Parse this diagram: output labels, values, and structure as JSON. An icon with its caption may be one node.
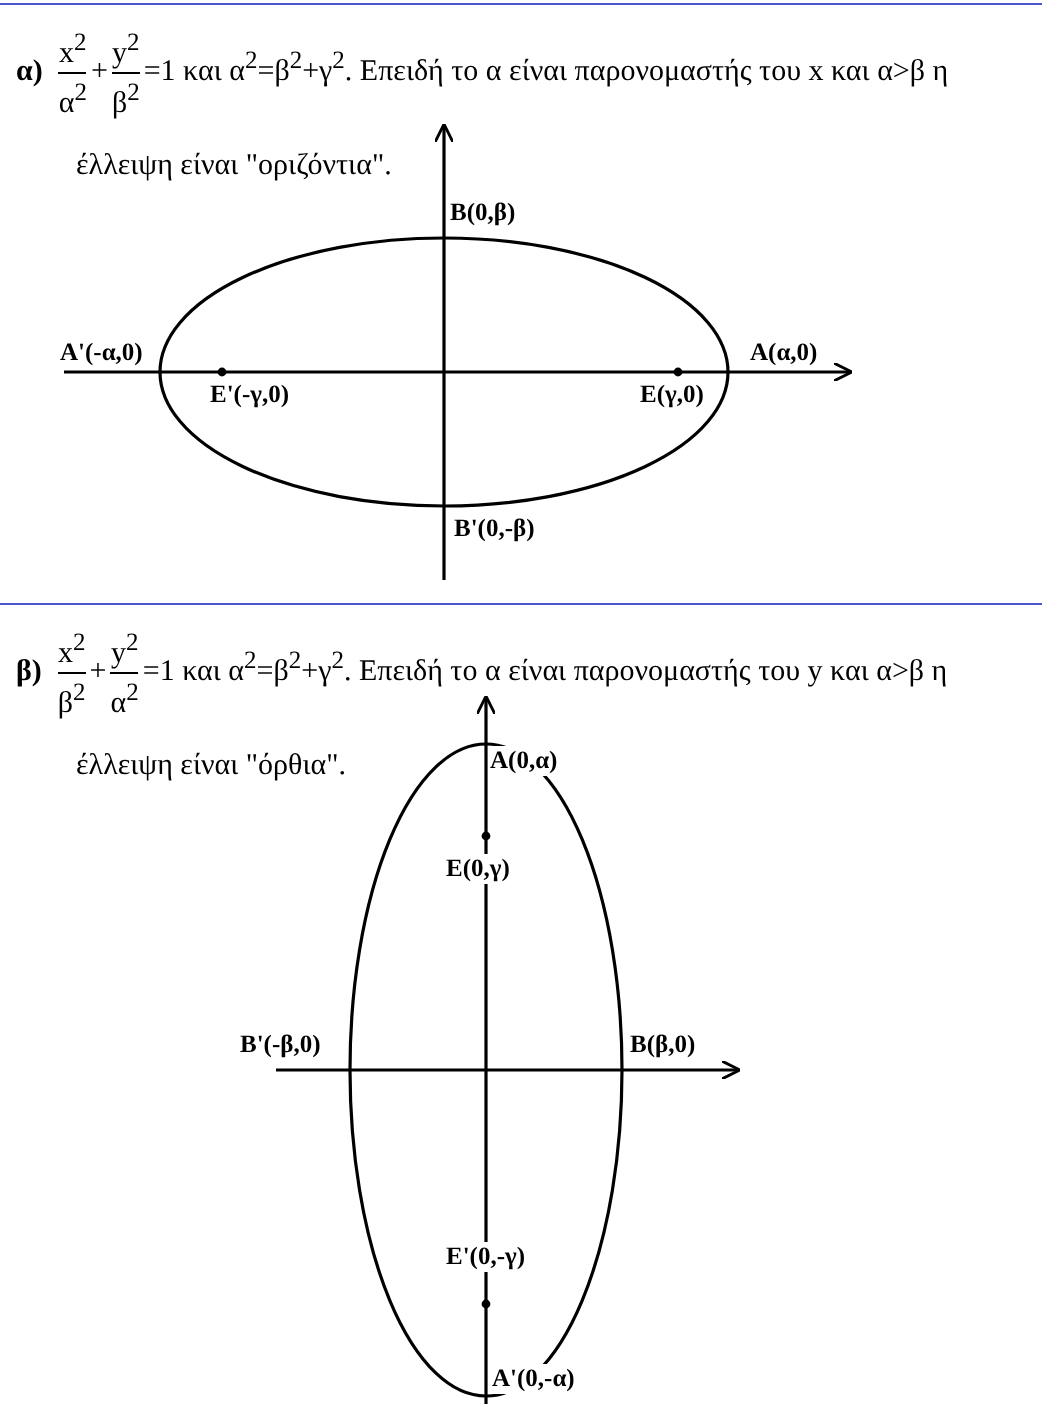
{
  "diagram": {
    "labels": [
      "α)",
      "x$^{2}$",
      "α$^{2}$",
      "+",
      "y$^{2}$",
      "β$^{2}$",
      "=1 και α$^{2}$=β$^{2}$+γ$^{2}$. Επειδή το α είναι παρονομαστής του x και α>β η έλλειψη είναι \"οριζόντια\".",
      "B(0,β)",
      "A'(-α,0)",
      "A(α,0)",
      "E'(-γ,0)",
      "E(γ,0)",
      "B'(0,-β)",
      "β)",
      "x$^{2}$",
      "β$^{2}$",
      "+",
      "y$^{2}$",
      "α$^{2}$",
      "=1 και α$^{2}$=β$^{2}$+γ$^{2}$. Επειδή το α είναι παρονομαστής του y και α>β η έλλειψη είναι \"όρθια\".",
      "A(0,α)",
      "E(0,γ)",
      "B'(-β,0)",
      "B(β,0)",
      "E'(0,-γ)",
      "A'(0,-α)"
    ]
  }
}
